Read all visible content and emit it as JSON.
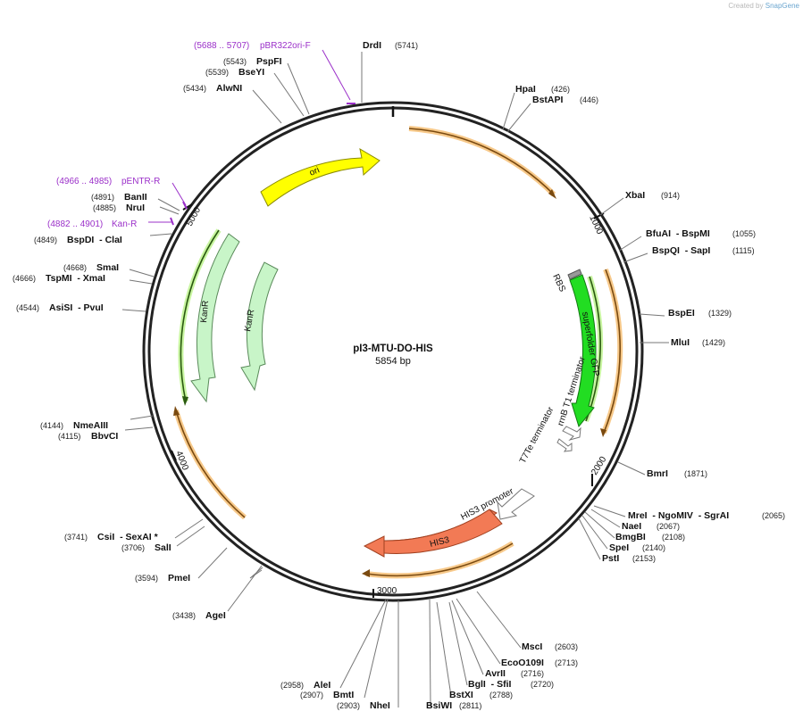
{
  "credit": {
    "prefix": "Created by",
    "brand": "SnapGene"
  },
  "plasmid": {
    "name": "pI3-MTU-DO-HIS",
    "size_label": "5854 bp",
    "length": 5854
  },
  "ticks": [
    {
      "bp": 1000,
      "label": "1000"
    },
    {
      "bp": 2000,
      "label": "2000"
    },
    {
      "bp": 3000,
      "label": "3000"
    },
    {
      "bp": 4000,
      "label": "4000"
    },
    {
      "bp": 5000,
      "label": "5000"
    }
  ],
  "features": [
    {
      "id": "ori",
      "label": "ori",
      "color": "#ffff00",
      "stroke": "#8a8a00"
    },
    {
      "id": "kanr-1",
      "label": "KanR",
      "color": "#c8f5c8",
      "stroke": "#5a8a5a"
    },
    {
      "id": "kanr-2",
      "label": "KanR",
      "color": "#c8f5c8",
      "stroke": "#5a8a5a"
    },
    {
      "id": "gfp",
      "label": "superfolder GFP",
      "color": "#22dd22",
      "stroke": "#117711"
    },
    {
      "id": "rbs",
      "label": "RBS",
      "color": "#999999",
      "stroke": "#555555"
    },
    {
      "id": "rrnb",
      "label": "rrnB T1 terminator",
      "color": "#ffffff",
      "stroke": "#777777"
    },
    {
      "id": "t7te",
      "label": "T7Te terminator",
      "color": "#ffffff",
      "stroke": "#777777"
    },
    {
      "id": "his3p",
      "label": "HIS3 promoter",
      "color": "#ffffff",
      "stroke": "#777777"
    },
    {
      "id": "his3",
      "label": "HIS3",
      "color": "#f27a55",
      "stroke": "#a04020"
    }
  ],
  "orfs": [
    {
      "id": "orf-top-right"
    },
    {
      "id": "orf-right"
    },
    {
      "id": "orf-left-green"
    },
    {
      "id": "orf-left-bottom"
    },
    {
      "id": "orf-bottom"
    }
  ],
  "primers": [
    {
      "name": "pBR322ori-F",
      "range": "(5688 .. 5707)"
    },
    {
      "name": "pENTR-R",
      "range": "(4966 .. 4985)"
    },
    {
      "name": "Kan-R",
      "range": "(4882 .. 4901)"
    }
  ],
  "enzymes_right": [
    {
      "name": "DrdI",
      "pos": "(5741)"
    },
    {
      "name": "HpaI",
      "pos": "(426)"
    },
    {
      "name": "BstAPI",
      "pos": "(446)"
    },
    {
      "name": "XbaI",
      "pos": "(914)"
    },
    {
      "name": "BfuAI  - BspMI",
      "pos": "(1055)"
    },
    {
      "name": "BspQI  - SapI",
      "pos": "(1115)"
    },
    {
      "name": "BspEI",
      "pos": "(1329)"
    },
    {
      "name": "MluI",
      "pos": "(1429)"
    },
    {
      "name": "BmrI",
      "pos": "(1871)"
    },
    {
      "name": "MreI  - NgoMIV  - SgrAI",
      "pos": "(2065)"
    },
    {
      "name": "NaeI",
      "pos": "(2067)"
    },
    {
      "name": "BmgBI",
      "pos": "(2108)"
    },
    {
      "name": "SpeI",
      "pos": "(2140)"
    },
    {
      "name": "PstI",
      "pos": "(2153)"
    },
    {
      "name": "MscI",
      "pos": "(2603)"
    },
    {
      "name": "EcoO109I",
      "pos": "(2713)"
    },
    {
      "name": "AvrII",
      "pos": "(2716)"
    },
    {
      "name": "BglI  - SfiI",
      "pos": "(2720)"
    },
    {
      "name": "BstXI",
      "pos": "(2788)"
    },
    {
      "name": "BsiWI",
      "pos": "(2811)"
    }
  ],
  "enzymes_left": [
    {
      "name": "PspFI",
      "pos": "(5543)"
    },
    {
      "name": "BseYI",
      "pos": "(5539)"
    },
    {
      "name": "AlwNI",
      "pos": "(5434)"
    },
    {
      "name": "BanII",
      "pos": "(4891)"
    },
    {
      "name": "NruI",
      "pos": "(4885)"
    },
    {
      "name": "BspDI  - ClaI",
      "pos": "(4849)"
    },
    {
      "name": "SmaI",
      "pos": "(4668)"
    },
    {
      "name": "TspMI  - XmaI",
      "pos": "(4666)"
    },
    {
      "name": "AsiSI  - PvuI",
      "pos": "(4544)"
    },
    {
      "name": "NmeAIII",
      "pos": "(4144)"
    },
    {
      "name": "BbvCI",
      "pos": "(4115)"
    },
    {
      "name": "CsiI  - SexAI *",
      "pos": "(3741)"
    },
    {
      "name": "SalI",
      "pos": "(3706)"
    },
    {
      "name": "PmeI",
      "pos": "(3594)"
    },
    {
      "name": "AgeI",
      "pos": "(3438)"
    },
    {
      "name": "AleI",
      "pos": "(2958)"
    },
    {
      "name": "BmtI",
      "pos": "(2907)"
    },
    {
      "name": "NheI",
      "pos": "(2903)"
    }
  ]
}
